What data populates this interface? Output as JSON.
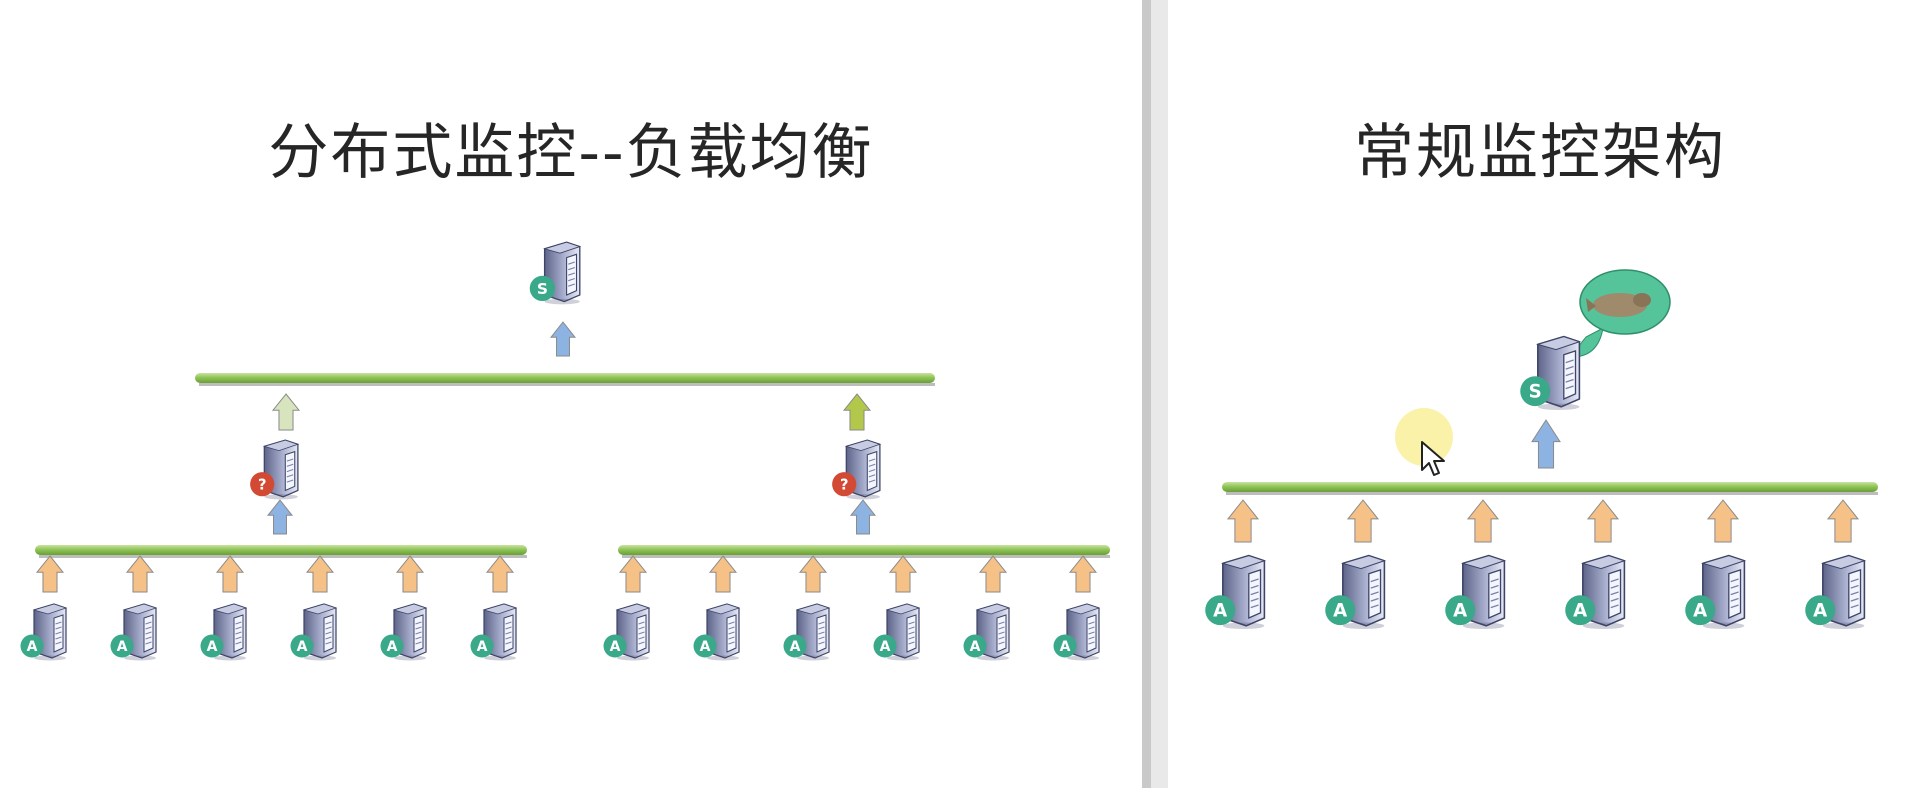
{
  "left_slide": {
    "title": "分布式监控--负载均衡",
    "top_server_badge": "S",
    "proxy_badge": "?",
    "agent_badge": "A"
  },
  "right_slide": {
    "title": "常规监控架构",
    "server_badge": "S",
    "agent_badge": "A"
  },
  "colors": {
    "bus": "#8cc152",
    "agent_arrow": "#f6c186",
    "proxy_arrow": "#8db3e2",
    "left_group_arrow": "#d7e4bd",
    "right_group_arrow": "#b2c84a",
    "server_badge": "#3aa98a",
    "proxy_badge": "#d24a34",
    "speech_bubble": "#55c49a"
  },
  "icons": [
    "server-icon",
    "agent-server-icon",
    "proxy-server-icon",
    "up-arrow-icon",
    "speech-bubble-icon",
    "mouse-cursor-icon"
  ]
}
